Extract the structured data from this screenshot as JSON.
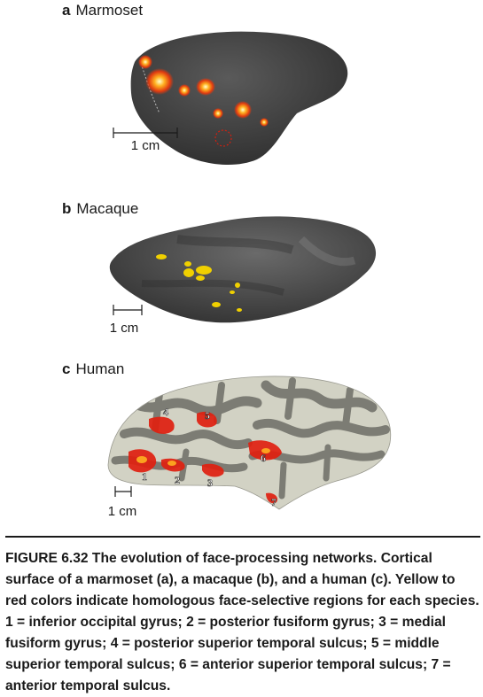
{
  "panels": {
    "a": {
      "letter": "a",
      "name": "Marmoset",
      "scale": "1 cm"
    },
    "b": {
      "letter": "b",
      "name": "Macaque",
      "scale": "1 cm"
    },
    "c": {
      "letter": "c",
      "name": "Human",
      "scale": "1 cm"
    }
  },
  "region_labels": [
    "1",
    "2",
    "3",
    "4",
    "5",
    "6",
    "7"
  ],
  "colors": {
    "cortex_dark": "#3a3a3a",
    "cortex_gray": "#6c6c6c",
    "cortex_light": "#cfcfbf",
    "activation_yellow": "#f0d000",
    "activation_red": "#e02010",
    "activation_orange": "#ff9a20"
  },
  "caption": {
    "title": "FIGURE 6.32 The evolution of face-processing networks.",
    "body": "Cortical surface of a marmoset (a), a macaque (b), and a human (c). Yellow to red colors indicate homologous face-selective regions for each species. 1 = inferior occipital gyrus; 2 = posterior fusiform gyrus; 3 = medial fusiform gyrus; 4 = posterior superior temporal sulcus; 5 = middle superior temporal sulcus; 6 = anterior superior temporal sulcus; 7 = anterior temporal sulcus."
  }
}
